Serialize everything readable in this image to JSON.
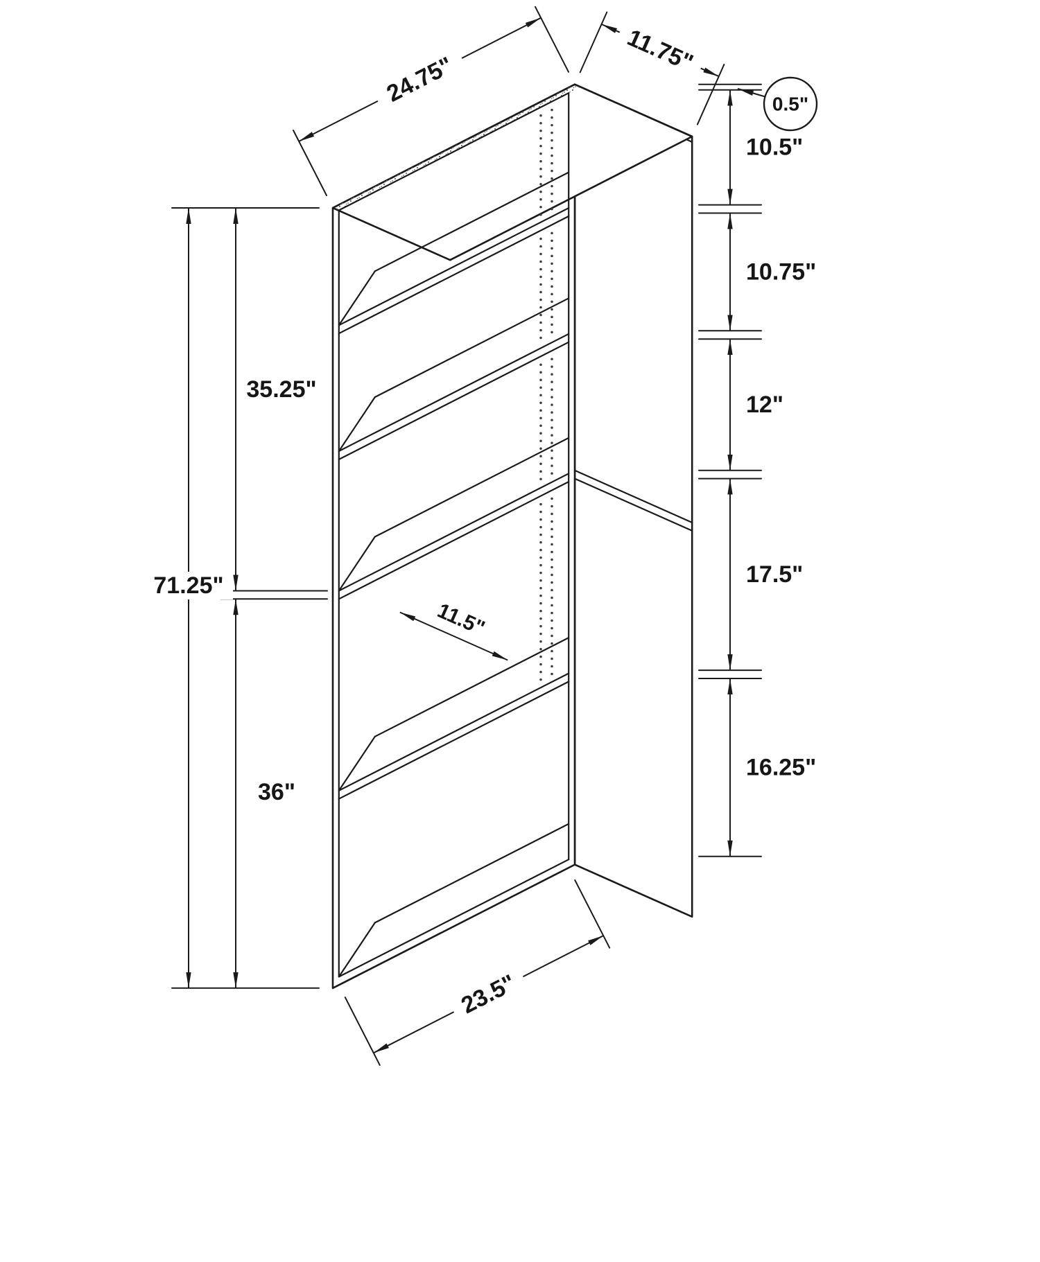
{
  "diagram": {
    "colors": {
      "ink": "#1a1a1a",
      "background": "#ffffff"
    },
    "labels": {
      "top_width": "24.75\"",
      "top_depth": "11.75\"",
      "panel_thickness": "0.5\"",
      "opening_1": "10.5\"",
      "opening_2": "10.75\"",
      "opening_3": "12\"",
      "opening_4": "17.5\"",
      "opening_5": "16.25\"",
      "upper_section_height": "35.25\"",
      "overall_height": "71.25\"",
      "lower_section_height": "36\"",
      "shelf_depth": "11.5\"",
      "bottom_width": "23.5\""
    }
  }
}
